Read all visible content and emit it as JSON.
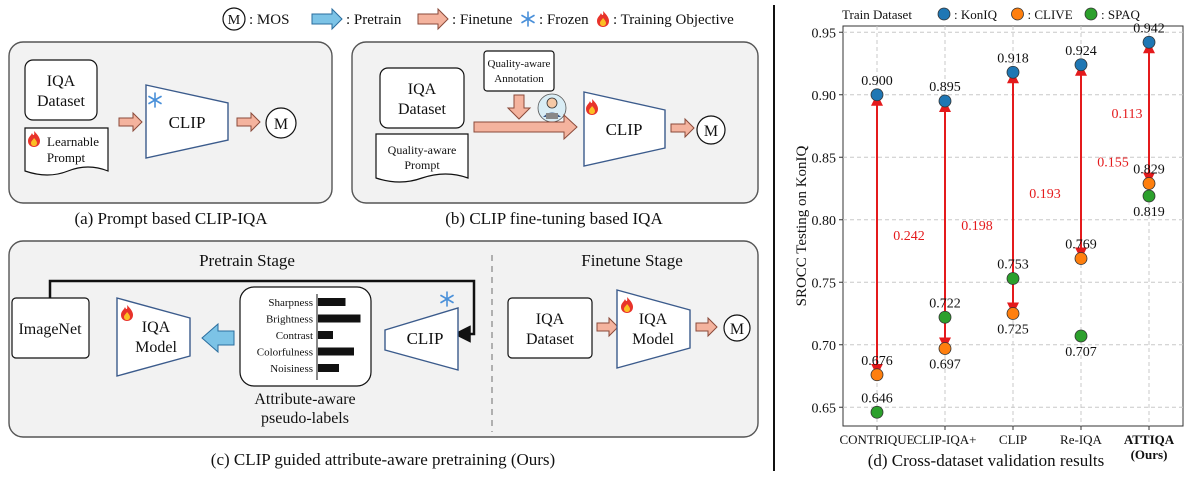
{
  "legend_top": {
    "mos_symbol": "M",
    "mos_label": ": MOS",
    "pretrain_label": ": Pretrain",
    "finetune_label": ": Finetune",
    "frozen_label": ": Frozen",
    "objective_label": ": Training Objective"
  },
  "panel_a": {
    "dataset": [
      "IQA",
      "Dataset"
    ],
    "prompt": [
      "Learnable",
      "Prompt"
    ],
    "clip": "CLIP",
    "mos": "M",
    "caption": "(a) Prompt based CLIP-IQA"
  },
  "panel_b": {
    "dataset": [
      "IQA",
      "Dataset"
    ],
    "prompt": [
      "Quality-aware",
      "Prompt"
    ],
    "annotation": [
      "Quality-aware",
      "Annotation"
    ],
    "clip": "CLIP",
    "mos": "M",
    "caption": "(b) CLIP fine-tuning based IQA"
  },
  "panel_c": {
    "pretrain_title": "Pretrain Stage",
    "finetune_title": "Finetune Stage",
    "imagenet": "ImageNet",
    "iqa_model": [
      "IQA",
      "Model"
    ],
    "attributes": [
      "Sharpness",
      "Brightness",
      "Contrast",
      "Colorfulness",
      "Noisiness"
    ],
    "attribute_values": [
      0.55,
      0.85,
      0.3,
      0.72,
      0.42
    ],
    "attr_caption": [
      "Attribute-aware",
      "pseudo-labels"
    ],
    "clip": "CLIP",
    "ft_dataset": [
      "IQA",
      "Dataset"
    ],
    "ft_model": [
      "IQA",
      "Model"
    ],
    "mos": "M",
    "caption": "(c) CLIP guided attribute-aware pretraining (Ours)"
  },
  "panel_d": {
    "caption": "(d) Cross-dataset validation results"
  },
  "chart_data": {
    "type": "scatter",
    "legend_title": "Train Dataset",
    "categories": [
      "CONTRIQUE",
      "CLIP-IQA+",
      "CLIP",
      "Re-IQA",
      "ATTIQA (Ours)"
    ],
    "category_lines": [
      [
        "CONTRIQUE"
      ],
      [
        "CLIP-IQA+"
      ],
      [
        "CLIP"
      ],
      [
        "Re-IQA"
      ],
      [
        "ATTIQA",
        "(Ours)"
      ]
    ],
    "ylabel": "SROCC Testing on KonIQ",
    "ylim": [
      0.635,
      0.955
    ],
    "yticks": [
      0.65,
      0.7,
      0.75,
      0.8,
      0.85,
      0.9,
      0.95
    ],
    "grid": true,
    "legend_position": "top",
    "series": [
      {
        "name": "KonIQ",
        "color": "#1f77b4",
        "values": [
          0.9,
          0.895,
          0.918,
          0.924,
          0.942
        ],
        "labels": [
          "0.900",
          "0.895",
          "0.918",
          "0.924",
          "0.942"
        ]
      },
      {
        "name": "CLIVE",
        "color": "#ff7f0e",
        "values": [
          0.676,
          0.697,
          0.725,
          0.769,
          0.829
        ],
        "labels": [
          "0.676",
          "0.697",
          "0.725",
          "0.769",
          "0.829"
        ]
      },
      {
        "name": "SPAQ",
        "color": "#2ca02c",
        "values": [
          0.646,
          0.722,
          0.753,
          0.707,
          0.819
        ],
        "labels": [
          "0.646",
          "0.722",
          "0.753",
          "0.707",
          "0.819"
        ]
      }
    ],
    "gaps": [
      {
        "category": 0,
        "from": 0.896,
        "to": 0.68,
        "label": "0.242"
      },
      {
        "category": 1,
        "from": 0.891,
        "to": 0.701,
        "label": "0.198"
      },
      {
        "category": 2,
        "from": 0.914,
        "to": 0.729,
        "label": "0.193"
      },
      {
        "category": 3,
        "from": 0.92,
        "to": 0.773,
        "label": "0.155"
      },
      {
        "category": 4,
        "from": 0.938,
        "to": 0.833,
        "label": "0.113"
      }
    ],
    "colors": {
      "gap": "#e41a1c"
    }
  }
}
